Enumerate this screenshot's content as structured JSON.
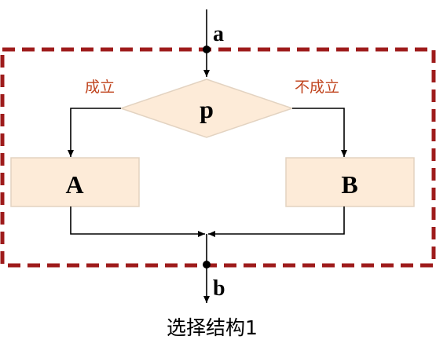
{
  "labels": {
    "entry_point": "a",
    "exit_point": "b",
    "condition": "p",
    "true_branch": "成立",
    "false_branch": "不成立",
    "process_true": "A",
    "process_false": "B",
    "caption": "选择结构1"
  },
  "colors": {
    "box_fill": "#fdebd8",
    "box_stroke": "#e3d3c1",
    "boundary": "#9e1b1b",
    "branch_text": "#c0441e",
    "line": "#000000"
  }
}
